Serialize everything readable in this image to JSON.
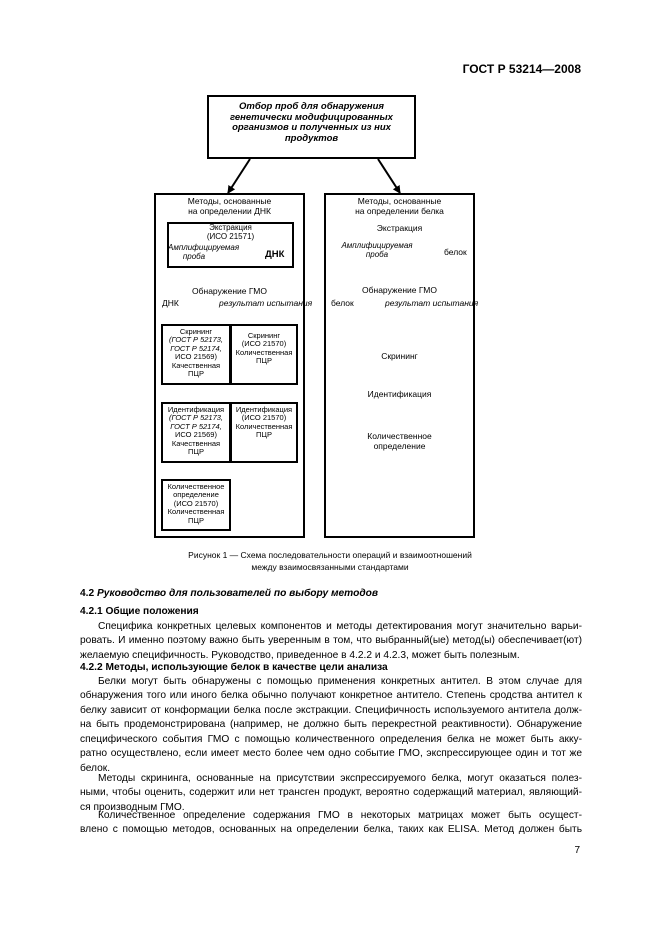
{
  "header": {
    "doc_id": "ГОСТ Р 53214—2008"
  },
  "page_number": "7",
  "diagram": {
    "top_box": [
      "Отбор проб для обнаружения",
      "генетически модифицированных",
      "организмов и полученных из них",
      "продуктов"
    ],
    "dna": {
      "title": [
        "Методы, основанные",
        "на определении ДНК"
      ],
      "extraction": [
        "Экстракция",
        "(ИСО 21571)"
      ],
      "amplifiable": [
        "Амплифицируемая",
        "проба"
      ],
      "dna_label": "ДНК",
      "gmo_detection": "Обнаружение ГМО",
      "dna_short": "ДНК",
      "test_result": "результат испытания",
      "screen_left": [
        "Скрининг",
        "(ГОСТ Р 52173,",
        "ГОСТ Р 52174,",
        "ИСО 21569)",
        "Качественная",
        "ПЦР"
      ],
      "screen_right": [
        "Скрининг",
        "(ИСО 21570)",
        "Количественная",
        "ПЦР"
      ],
      "ident_left": [
        "Идентификация",
        "(ГОСТ Р 52173,",
        "ГОСТ Р 52174,",
        "ИСО 21569)",
        "Качественная",
        "ПЦР"
      ],
      "ident_right": [
        "Идентификация",
        "(ИСО 21570)",
        "Количественная",
        "ПЦР"
      ],
      "quant": [
        "Количественное",
        "определение",
        "(ИСО 21570)",
        "Количественная",
        "ПЦР"
      ]
    },
    "protein": {
      "title": [
        "Методы, основанные",
        "на определении белка"
      ],
      "extraction": "Экстракция",
      "amplifiable": [
        "Амплифицируемая",
        "проба"
      ],
      "protein_label": "белок",
      "gmo_detection": "Обнаружение ГМО",
      "protein_short": "белок",
      "test_result": "результат испытания",
      "screening": "Скрининг",
      "identification": "Идентификация",
      "quant": [
        "Количественное",
        "определение"
      ]
    }
  },
  "caption": [
    "Рисунок 1 — Схема последовательности операций и взаимоотношений",
    "между взаимосвязанными стандартами"
  ],
  "s42": {
    "num": "4.2",
    "title": "Руководство для пользователей по выбору методов"
  },
  "s421": {
    "heading": "4.2.1 Общие положения",
    "lines": [
      "Специфика конкретных целевых компонентов и методы детектирования могут значительно варьи-",
      "ровать. И именно поэтому важно быть уверенным в том, что выбранный(ые) метод(ы) обеспечивает(ют)",
      "желаемую специфичность. Руководство, приведенное в 4.2.2 и 4.2.3, может быть полезным."
    ]
  },
  "s422": {
    "heading": "4.2.2 Методы, использующие белок в качестве цели анализа",
    "p1": [
      "Белки могут быть обнаружены с помощью применения конкретных антител. В этом случае для",
      "обнаружения того или иного белка обычно получают конкретное антитело. Степень сродства антител к",
      "белку зависит от конформации белка после экстракции. Специфичность используемого антитела долж-",
      "на быть продемонстрирована (например, не должно быть перекрестной реактивности). Обнаружение",
      "специфического события ГМО с помощью количественного определения белка не может быть акку-",
      "ратно осуществлено, если имеет место более чем одно событие ГМО, экспрессирующее один и тот же",
      "белок."
    ],
    "p2": [
      "Методы скрининга, основанные на присутствии экспрессируемого белка, могут оказаться полез-",
      "ными, чтобы оценить, содержит или нет трансген продукт, вероятно содержащий материал, являющий-",
      "ся производным ГМО."
    ],
    "p3": [
      "Количественное определение содержания ГМО в некоторых матрицах может быть осущест-",
      "влено с помощью методов, основанных на определении белка, таких как ELISA. Метод должен быть"
    ]
  }
}
